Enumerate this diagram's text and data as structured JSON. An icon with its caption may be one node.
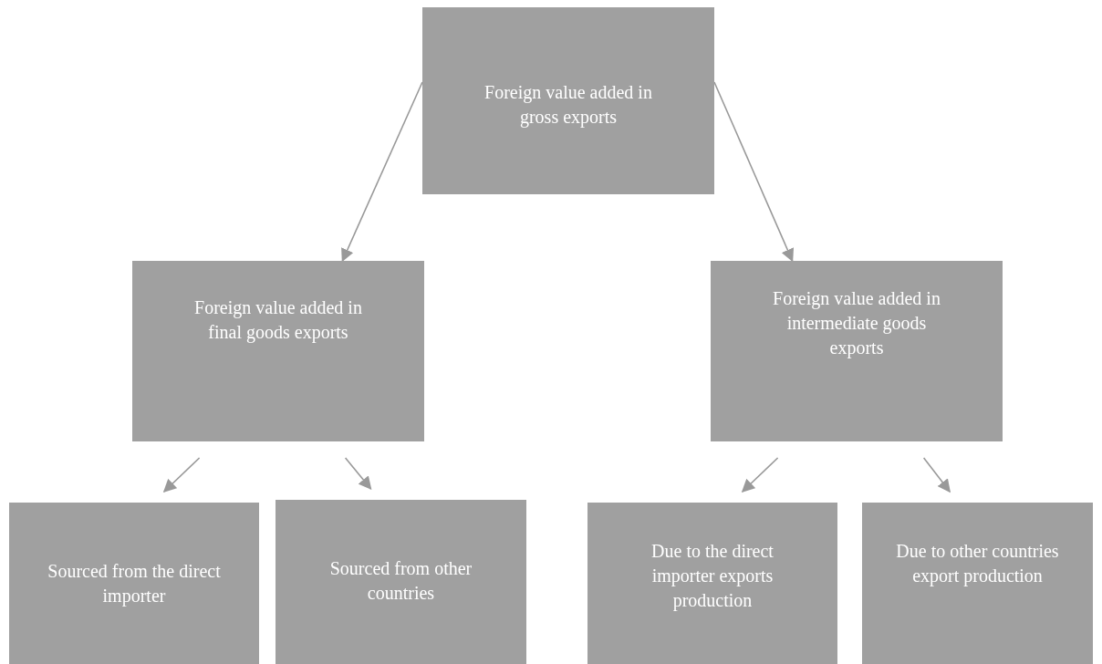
{
  "diagram": {
    "nodes": [
      {
        "text": [
          "Foreign value added in gross exports"
        ]
      },
      {
        "text": [
          "Foreign value added in final goods exports"
        ]
      },
      {
        "text": [
          "Foreign value added in intermediate goods exports"
        ]
      },
      {
        "text": [
          "Sourced from the direct importer"
        ]
      },
      {
        "text": [
          "Sourced from other countries"
        ]
      },
      {
        "text": [
          "Due to the direct importer exports production"
        ]
      },
      {
        "text": [
          "Due to other countries export production"
        ]
      }
    ],
    "edges": [
      {
        "from": 0,
        "to": 1,
        "arrow": "to"
      },
      {
        "from": 0,
        "to": 2,
        "arrow": "to"
      },
      {
        "from": 1,
        "to": 3,
        "arrow": "to"
      },
      {
        "from": 1,
        "to": 4,
        "arrow": "to"
      },
      {
        "from": 2,
        "to": 5,
        "arrow": "to"
      },
      {
        "from": 2,
        "to": 6,
        "arrow": "to"
      }
    ]
  }
}
